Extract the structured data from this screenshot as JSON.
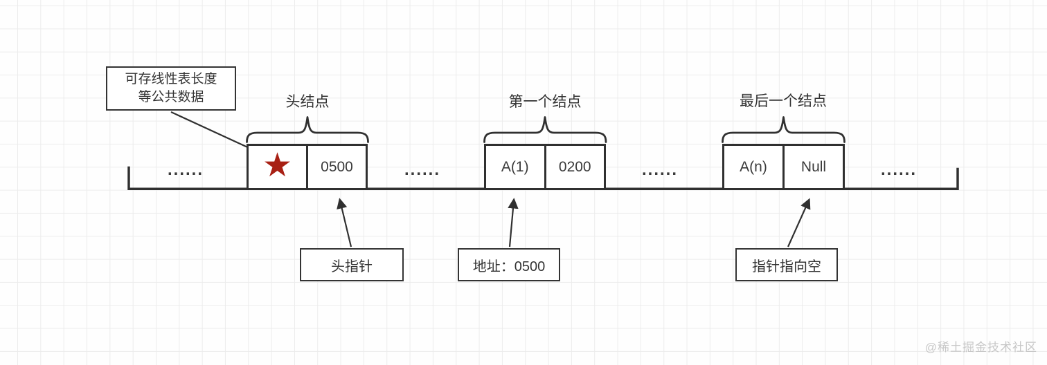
{
  "diagram": {
    "callout": {
      "text": "可存线性表长度\n等公共数据"
    },
    "nodes": [
      {
        "label": "头结点",
        "data_icon": "★",
        "pointer": "0500"
      },
      {
        "label": "第一个结点",
        "data": "A(1)",
        "pointer": "0200"
      },
      {
        "label": "最后一个结点",
        "data": "A(n)",
        "pointer": "Null"
      }
    ],
    "pointer_labels": [
      {
        "text": "头指针"
      },
      {
        "text": "地址：0500"
      },
      {
        "text": "指针指向空"
      }
    ],
    "ellipsis": "......",
    "colors": {
      "stroke": "#303030",
      "star": "#a82014",
      "grid": "#ececec",
      "watermark": "#c7c7c7"
    },
    "watermark": "@稀土掘金技术社区"
  }
}
